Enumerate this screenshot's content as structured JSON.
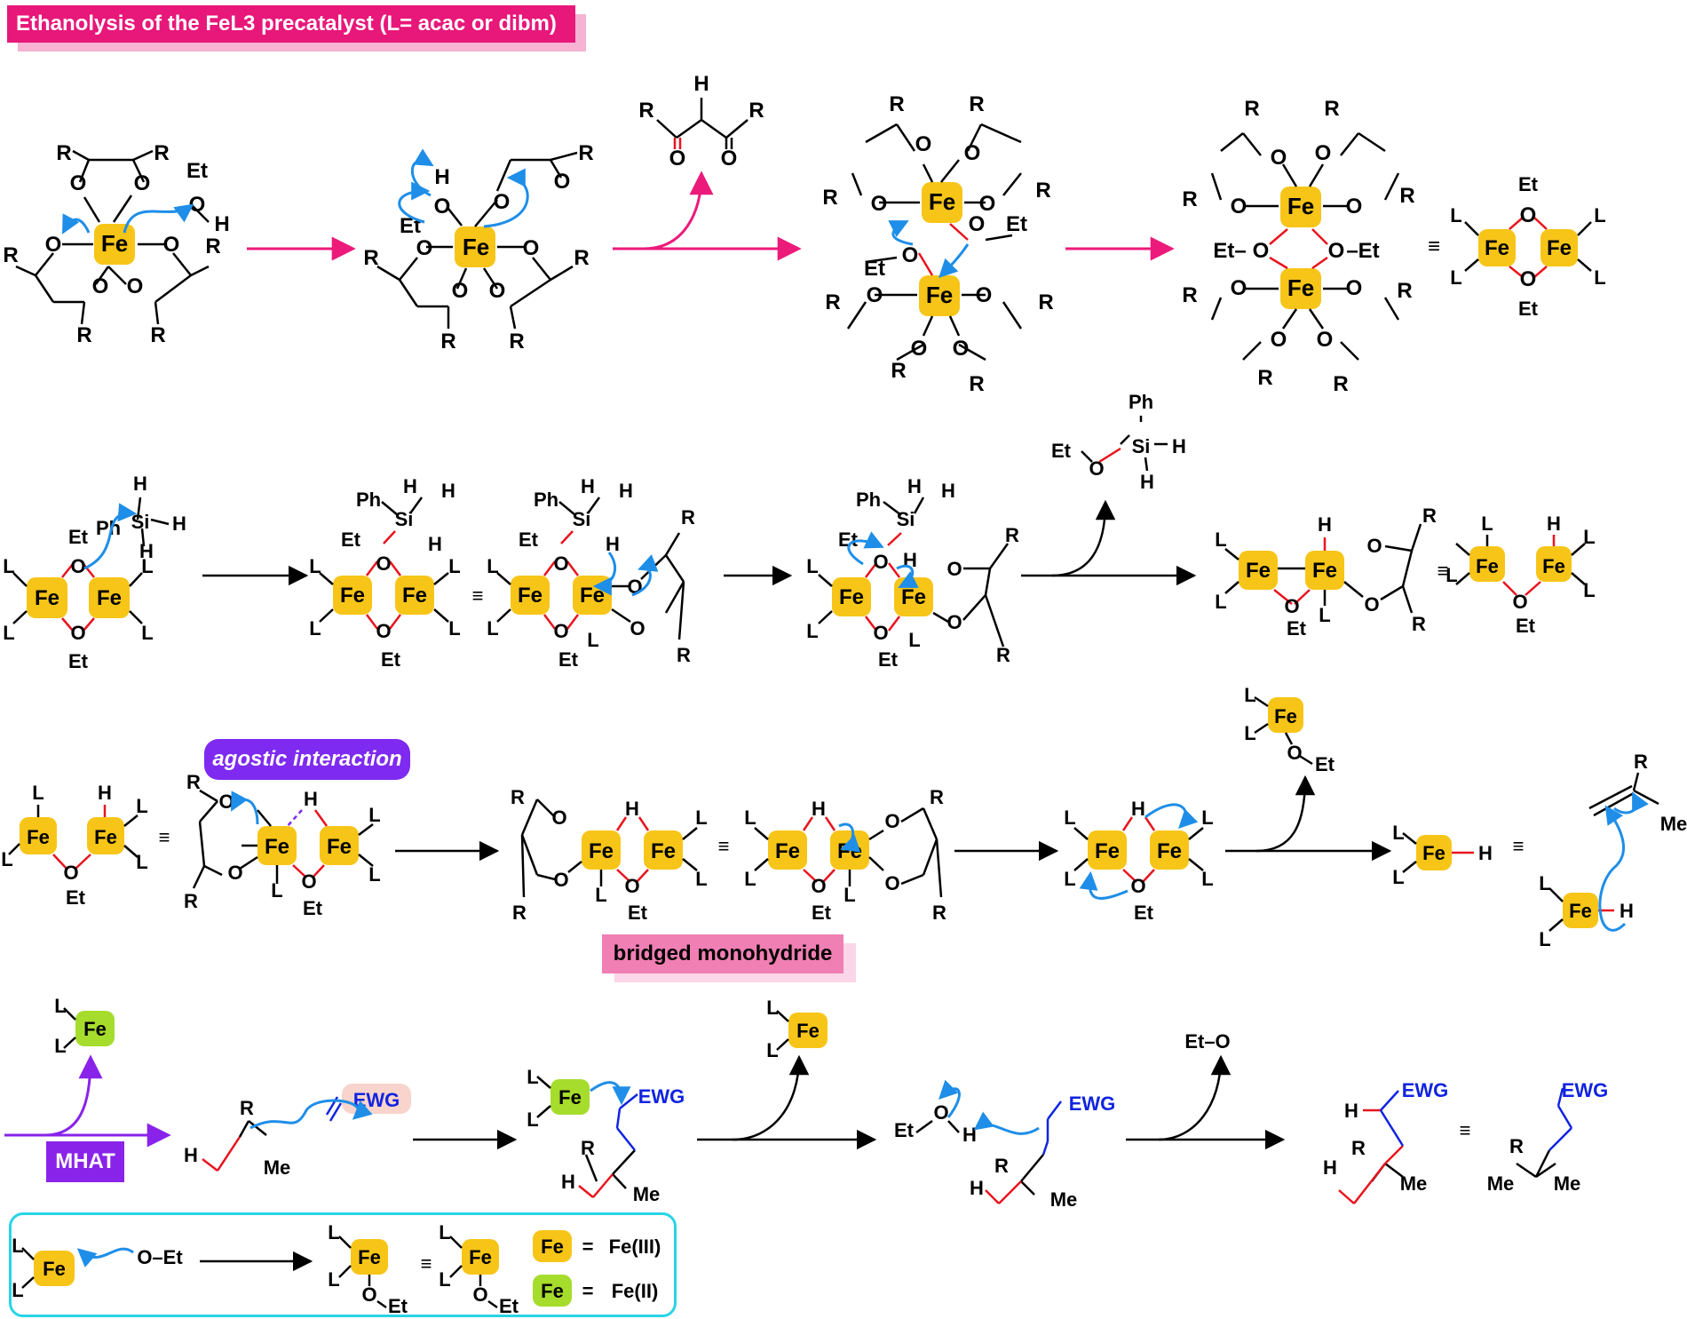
{
  "title": "Ethanolysis of the FeL3 precatalyst (L= acac or dibm)",
  "labels": {
    "agostic": "agostic interaction",
    "bridged": "bridged monohydride",
    "mhat": "MHAT"
  },
  "legend": {
    "fe3_text": "Fe = Fe(III)",
    "fe2_text": "Fe = Fe(II)",
    "fe3_color": "#f7c518",
    "fe2_color": "#a6dc2c",
    "fe_label": "Fe",
    "fe3_value": "Fe(III)",
    "fe2_value": "Fe(II)"
  },
  "colors": {
    "title_bg": "#e8177a",
    "pink_arrow": "#ec1a7b",
    "curly_arrow": "#1e8ee8",
    "bond_red": "#e8141e",
    "ewg_blue": "#1024e0",
    "purple": "#8a23ea"
  },
  "atoms": {
    "fe": "Fe",
    "o": "O",
    "h": "H",
    "r": "R",
    "l": "L",
    "et": "Et",
    "si": "Si",
    "ph": "Ph",
    "me": "Me",
    "ewg": "EWG",
    "eto": "Et–O",
    "equiv": "≡"
  }
}
